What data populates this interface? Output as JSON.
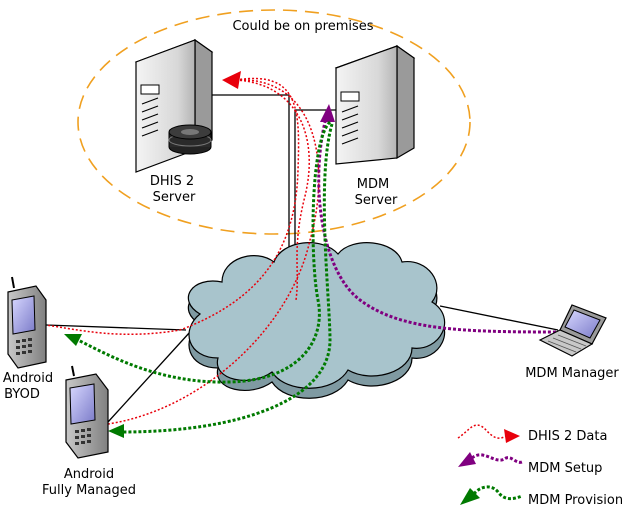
{
  "premises_label": "Could be on premises",
  "nodes": {
    "dhis2_server": {
      "line1": "DHIS 2",
      "line2": "Server"
    },
    "mdm_server": {
      "line1": "MDM",
      "line2": "Server"
    },
    "android_byod": {
      "line1": "Android",
      "line2": "BYOD"
    },
    "android_managed": {
      "line1": "Android",
      "line2": "Fully Managed"
    },
    "mdm_manager": {
      "line1": "MDM Manager"
    }
  },
  "legend": [
    {
      "label": "DHIS 2 Data",
      "color": "#e8000b"
    },
    {
      "label": "MDM Setup",
      "color": "#800080"
    },
    {
      "label": "MDM Provisioning",
      "color": "#007a00"
    }
  ],
  "colors": {
    "premises_dash": "#f0a020",
    "cloud_fill": "#a8c4cc",
    "cloud_shadow": "#7f9aa2",
    "server_body": "#dcdcdc",
    "device_body": "#9c9c9c"
  }
}
